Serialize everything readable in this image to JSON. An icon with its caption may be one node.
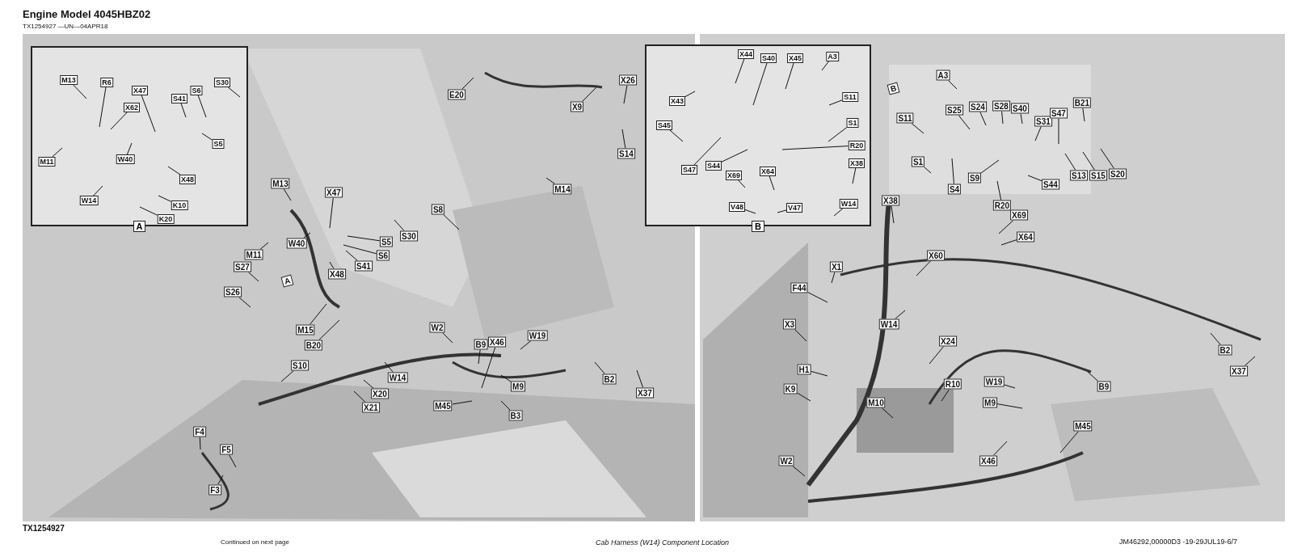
{
  "diagram": {
    "title": "Engine Model 4045HBZ02",
    "caption": "Cab Harness (W14) Component Location",
    "nodes": [
      {
        "text": [
          "A"
        ]
      },
      {
        "text": [
          "M13"
        ],
        "in": 0
      },
      {
        "text": [
          "R6"
        ],
        "in": 0
      },
      {
        "text": [
          "X47"
        ],
        "in": 0
      },
      {
        "text": [
          "X62"
        ],
        "in": 0
      },
      {
        "text": [
          "S41"
        ],
        "in": 0
      },
      {
        "text": [
          "S6"
        ],
        "in": 0
      },
      {
        "text": [
          "S30"
        ],
        "in": 0
      },
      {
        "text": [
          "M11"
        ],
        "in": 0
      },
      {
        "text": [
          "W40"
        ],
        "in": 0
      },
      {
        "text": [
          "S5"
        ],
        "in": 0
      },
      {
        "text": [
          "X48"
        ],
        "in": 0
      },
      {
        "text": [
          "W14"
        ],
        "in": 0
      },
      {
        "text": [
          "K10"
        ],
        "in": 0
      },
      {
        "text": [
          "K20"
        ],
        "in": 0
      },
      {
        "text": [
          "E20"
        ]
      },
      {
        "text": [
          "X26"
        ]
      },
      {
        "text": [
          "X9"
        ]
      },
      {
        "text": [
          "S14"
        ]
      },
      {
        "text": [
          "M14"
        ]
      },
      {
        "text": [
          "M13"
        ]
      },
      {
        "text": [
          "X47"
        ]
      },
      {
        "text": [
          "S8"
        ]
      },
      {
        "text": [
          "W40"
        ]
      },
      {
        "text": [
          "S5"
        ]
      },
      {
        "text": [
          "S30"
        ]
      },
      {
        "text": [
          "S6"
        ]
      },
      {
        "text": [
          "M11"
        ]
      },
      {
        "text": [
          "S41"
        ]
      },
      {
        "text": [
          "S27"
        ]
      },
      {
        "text": [
          "X48"
        ]
      },
      {
        "text": [
          "S26"
        ]
      },
      {
        "text": [
          "M15"
        ]
      },
      {
        "text": [
          "B20"
        ]
      },
      {
        "text": [
          "W2"
        ]
      },
      {
        "text": [
          "W19"
        ]
      },
      {
        "text": [
          "B9"
        ]
      },
      {
        "text": [
          "X46"
        ]
      },
      {
        "text": [
          "S10"
        ]
      },
      {
        "text": [
          "W14"
        ]
      },
      {
        "text": [
          "B2"
        ]
      },
      {
        "text": [
          "M9"
        ]
      },
      {
        "text": [
          "X37"
        ]
      },
      {
        "text": [
          "X20"
        ]
      },
      {
        "text": [
          "X21"
        ]
      },
      {
        "text": [
          "M45"
        ]
      },
      {
        "text": [
          "B3"
        ]
      },
      {
        "text": [
          "F4"
        ]
      },
      {
        "text": [
          "F5"
        ]
      },
      {
        "text": [
          "F3"
        ]
      },
      {
        "text": [
          "B"
        ]
      },
      {
        "text": [
          "X44"
        ],
        "in": 50
      },
      {
        "text": [
          "S40"
        ],
        "in": 50
      },
      {
        "text": [
          "X45"
        ],
        "in": 50
      },
      {
        "text": [
          "A3"
        ],
        "in": 50
      },
      {
        "text": [
          "X43"
        ],
        "in": 50
      },
      {
        "text": [
          "S11"
        ],
        "in": 50
      },
      {
        "text": [
          "S45"
        ],
        "in": 50
      },
      {
        "text": [
          "S1"
        ],
        "in": 50
      },
      {
        "text": [
          "R20"
        ],
        "in": 50
      },
      {
        "text": [
          "X38"
        ],
        "in": 50
      },
      {
        "text": [
          "S47"
        ],
        "in": 50
      },
      {
        "text": [
          "S44"
        ],
        "in": 50
      },
      {
        "text": [
          "X69"
        ],
        "in": 50
      },
      {
        "text": [
          "X64"
        ],
        "in": 50
      },
      {
        "text": [
          "V48"
        ],
        "in": 50
      },
      {
        "text": [
          "V47"
        ],
        "in": 50
      },
      {
        "text": [
          "W14"
        ],
        "in": 50
      },
      {
        "text": [
          "A3"
        ]
      },
      {
        "text": [
          "S25"
        ]
      },
      {
        "text": [
          "S24"
        ]
      },
      {
        "text": [
          "S28"
        ]
      },
      {
        "text": [
          "S40"
        ]
      },
      {
        "text": [
          "B21"
        ]
      },
      {
        "text": [
          "S11"
        ]
      },
      {
        "text": [
          "S31"
        ]
      },
      {
        "text": [
          "S47"
        ]
      },
      {
        "text": [
          "S1"
        ]
      },
      {
        "text": [
          "S9"
        ]
      },
      {
        "text": [
          "S4"
        ]
      },
      {
        "text": [
          "S44"
        ]
      },
      {
        "text": [
          "S13"
        ]
      },
      {
        "text": [
          "S15"
        ]
      },
      {
        "text": [
          "S20"
        ]
      },
      {
        "text": [
          "R20"
        ]
      },
      {
        "text": [
          "X38"
        ]
      },
      {
        "text": [
          "X69"
        ]
      },
      {
        "text": [
          "X64"
        ]
      },
      {
        "text": [
          "X60"
        ]
      },
      {
        "text": [
          "X1"
        ]
      },
      {
        "text": [
          "F44"
        ]
      },
      {
        "text": [
          "X3"
        ]
      },
      {
        "text": [
          "W14"
        ]
      },
      {
        "text": [
          "X24"
        ]
      },
      {
        "text": [
          "B2"
        ]
      },
      {
        "text": [
          "H1"
        ]
      },
      {
        "text": [
          "X37"
        ]
      },
      {
        "text": [
          "R10"
        ]
      },
      {
        "text": [
          "B9"
        ]
      },
      {
        "text": [
          "W19"
        ]
      },
      {
        "text": [
          "K9"
        ]
      },
      {
        "text": [
          "M10"
        ]
      },
      {
        "text": [
          "M9"
        ]
      },
      {
        "text": [
          "M45"
        ]
      },
      {
        "text": [
          "X46"
        ]
      },
      {
        "text": [
          "W2"
        ]
      }
    ],
    "edges": [
      {
        "from": 1,
        "to": null,
        "arrow": "none"
      },
      {
        "from": 2,
        "to": null,
        "arrow": "none"
      },
      {
        "from": 3,
        "to": null,
        "arrow": "none"
      },
      {
        "from": 4,
        "to": null,
        "arrow": "none"
      },
      {
        "from": 5,
        "to": null,
        "arrow": "none"
      },
      {
        "from": 6,
        "to": null,
        "arrow": "none"
      },
      {
        "from": 7,
        "to": null,
        "arrow": "none"
      },
      {
        "from": 8,
        "to": null,
        "arrow": "none"
      },
      {
        "from": 9,
        "to": null,
        "arrow": "none"
      },
      {
        "from": 10,
        "to": null,
        "arrow": "none"
      },
      {
        "from": 11,
        "to": null,
        "arrow": "none"
      },
      {
        "from": 12,
        "to": null,
        "arrow": "none"
      },
      {
        "from": 13,
        "to": null,
        "arrow": "none"
      },
      {
        "from": 14,
        "to": null,
        "arrow": "none"
      },
      {
        "from": 15,
        "to": null,
        "arrow": "none"
      },
      {
        "from": 16,
        "to": null,
        "arrow": "none"
      },
      {
        "from": 17,
        "to": null,
        "arrow": "none"
      },
      {
        "from": 18,
        "to": null,
        "arrow": "none"
      },
      {
        "from": 19,
        "to": null,
        "arrow": "none"
      },
      {
        "from": 20,
        "to": null,
        "arrow": "none"
      },
      {
        "from": 21,
        "to": null,
        "arrow": "none"
      },
      {
        "from": 22,
        "to": null,
        "arrow": "none"
      },
      {
        "from": 23,
        "to": null,
        "arrow": "none"
      },
      {
        "from": 24,
        "to": null,
        "arrow": "none"
      },
      {
        "from": 25,
        "to": null,
        "arrow": "none"
      },
      {
        "from": 26,
        "to": null,
        "arrow": "none"
      },
      {
        "from": 27,
        "to": null,
        "arrow": "none"
      },
      {
        "from": 28,
        "to": null,
        "arrow": "none"
      },
      {
        "from": 29,
        "to": null,
        "arrow": "none"
      },
      {
        "from": 30,
        "to": null,
        "arrow": "none"
      },
      {
        "from": 31,
        "to": null,
        "arrow": "none"
      },
      {
        "from": 32,
        "to": null,
        "arrow": "none"
      },
      {
        "from": 33,
        "to": null,
        "arrow": "none"
      },
      {
        "from": 34,
        "to": null,
        "arrow": "none"
      },
      {
        "from": 35,
        "to": null,
        "arrow": "none"
      },
      {
        "from": 36,
        "to": null,
        "arrow": "none"
      },
      {
        "from": 37,
        "to": null,
        "arrow": "none"
      },
      {
        "from": 38,
        "to": null,
        "arrow": "none"
      },
      {
        "from": 39,
        "to": null,
        "arrow": "none"
      },
      {
        "from": 40,
        "to": null,
        "arrow": "none"
      },
      {
        "from": 41,
        "to": null,
        "arrow": "none"
      },
      {
        "from": 42,
        "to": null,
        "arrow": "none"
      },
      {
        "from": 43,
        "to": null,
        "arrow": "none"
      },
      {
        "from": 44,
        "to": null,
        "arrow": "none"
      },
      {
        "from": 45,
        "to": null,
        "arrow": "none"
      },
      {
        "from": 46,
        "to": null,
        "arrow": "none"
      },
      {
        "from": 47,
        "to": null,
        "arrow": "none"
      },
      {
        "from": 48,
        "to": null,
        "arrow": "none"
      },
      {
        "from": 49,
        "to": null,
        "arrow": "none"
      },
      {
        "from": 51,
        "to": null,
        "arrow": "none"
      },
      {
        "from": 52,
        "to": null,
        "arrow": "none"
      },
      {
        "from": 53,
        "to": null,
        "arrow": "none"
      },
      {
        "from": 54,
        "to": null,
        "arrow": "none"
      },
      {
        "from": 55,
        "to": null,
        "arrow": "none"
      },
      {
        "from": 56,
        "to": null,
        "arrow": "none"
      },
      {
        "from": 57,
        "to": null,
        "arrow": "none"
      },
      {
        "from": 58,
        "to": null,
        "arrow": "none"
      },
      {
        "from": 59,
        "to": null,
        "arrow": "none"
      },
      {
        "from": 60,
        "to": null,
        "arrow": "none"
      },
      {
        "from": 61,
        "to": null,
        "arrow": "none"
      },
      {
        "from": 62,
        "to": null,
        "arrow": "none"
      },
      {
        "from": 63,
        "to": null,
        "arrow": "none"
      },
      {
        "from": 64,
        "to": null,
        "arrow": "none"
      },
      {
        "from": 65,
        "to": null,
        "arrow": "none"
      },
      {
        "from": 66,
        "to": null,
        "arrow": "none"
      },
      {
        "from": 67,
        "to": null,
        "arrow": "none"
      },
      {
        "from": 68,
        "to": null,
        "arrow": "none"
      },
      {
        "from": 69,
        "to": null,
        "arrow": "none"
      },
      {
        "from": 70,
        "to": null,
        "arrow": "none"
      },
      {
        "from": 71,
        "to": null,
        "arrow": "none"
      },
      {
        "from": 72,
        "to": null,
        "arrow": "none"
      },
      {
        "from": 73,
        "to": null,
        "arrow": "none"
      },
      {
        "from": 74,
        "to": null,
        "arrow": "none"
      },
      {
        "from": 75,
        "to": null,
        "arrow": "none"
      },
      {
        "from": 76,
        "to": null,
        "arrow": "none"
      },
      {
        "from": 77,
        "to": null,
        "arrow": "none"
      },
      {
        "from": 78,
        "to": null,
        "arrow": "none"
      },
      {
        "from": 79,
        "to": null,
        "arrow": "none"
      },
      {
        "from": 80,
        "to": null,
        "arrow": "none"
      },
      {
        "from": 81,
        "to": null,
        "arrow": "none"
      },
      {
        "from": 82,
        "to": null,
        "arrow": "none"
      },
      {
        "from": 83,
        "to": null,
        "arrow": "none"
      },
      {
        "from": 84,
        "to": null,
        "arrow": "none"
      },
      {
        "from": 85,
        "to": null,
        "arrow": "none"
      },
      {
        "from": 86,
        "to": null,
        "arrow": "none"
      },
      {
        "from": 87,
        "to": null,
        "arrow": "none"
      },
      {
        "from": 88,
        "to": null,
        "arrow": "none"
      },
      {
        "from": 89,
        "to": null,
        "arrow": "none"
      },
      {
        "from": 90,
        "to": null,
        "arrow": "none"
      },
      {
        "from": 91,
        "to": null,
        "arrow": "none"
      },
      {
        "from": 92,
        "to": null,
        "arrow": "none"
      },
      {
        "from": 93,
        "to": null,
        "arrow": "none"
      },
      {
        "from": 94,
        "to": null,
        "arrow": "none"
      },
      {
        "from": 95,
        "to": null,
        "arrow": "none"
      },
      {
        "from": 96,
        "to": null,
        "arrow": "none"
      },
      {
        "from": 97,
        "to": null,
        "arrow": "none"
      },
      {
        "from": 98,
        "to": null,
        "arrow": "none"
      },
      {
        "from": 99,
        "to": null,
        "arrow": "none"
      },
      {
        "from": 100,
        "to": null,
        "arrow": "none"
      },
      {
        "from": 101,
        "to": null,
        "arrow": "none"
      },
      {
        "from": 102,
        "to": null,
        "arrow": "none"
      },
      {
        "from": 103,
        "to": null,
        "arrow": "none"
      },
      {
        "from": 104,
        "to": null,
        "arrow": "none"
      },
      {
        "from": 105,
        "to": null,
        "arrow": "none"
      }
    ],
    "labels": [
      "TX1254927 —UN—04APR18",
      "B",
      "A",
      "TX1254927",
      "Continued on next page",
      "JM46292,00000D3 -19-29JUL19-6/7"
    ]
  }
}
